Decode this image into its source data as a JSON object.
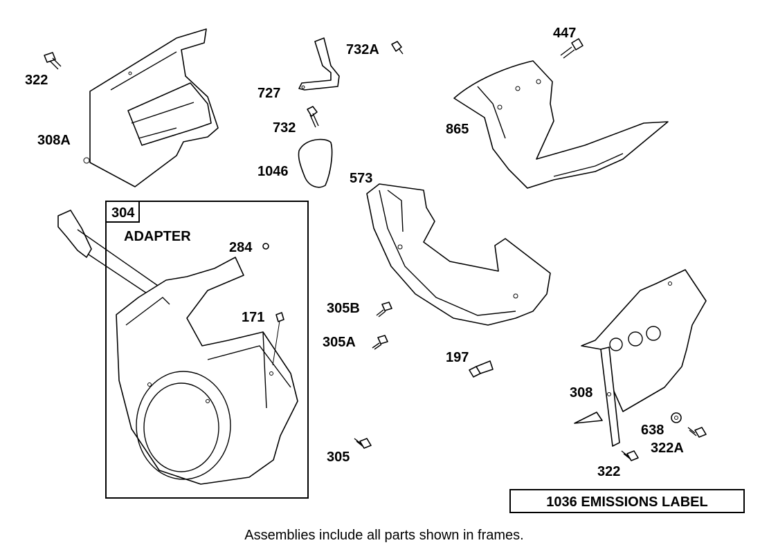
{
  "labels": {
    "p322_top": "322",
    "p308A": "308A",
    "p727": "727",
    "p732A": "732A",
    "p732": "732",
    "p1046": "1046",
    "p447": "447",
    "p865": "865",
    "p573": "573",
    "p304": "304",
    "adapter": "ADAPTER",
    "p284": "284",
    "p171": "171",
    "p305B": "305B",
    "p305A": "305A",
    "p197": "197",
    "p305": "305",
    "p308": "308",
    "p638": "638",
    "p322A": "322A",
    "p322_bottom": "322"
  },
  "emissions_label": "1036 EMISSIONS LABEL",
  "caption": "Assemblies include all parts shown in frames."
}
